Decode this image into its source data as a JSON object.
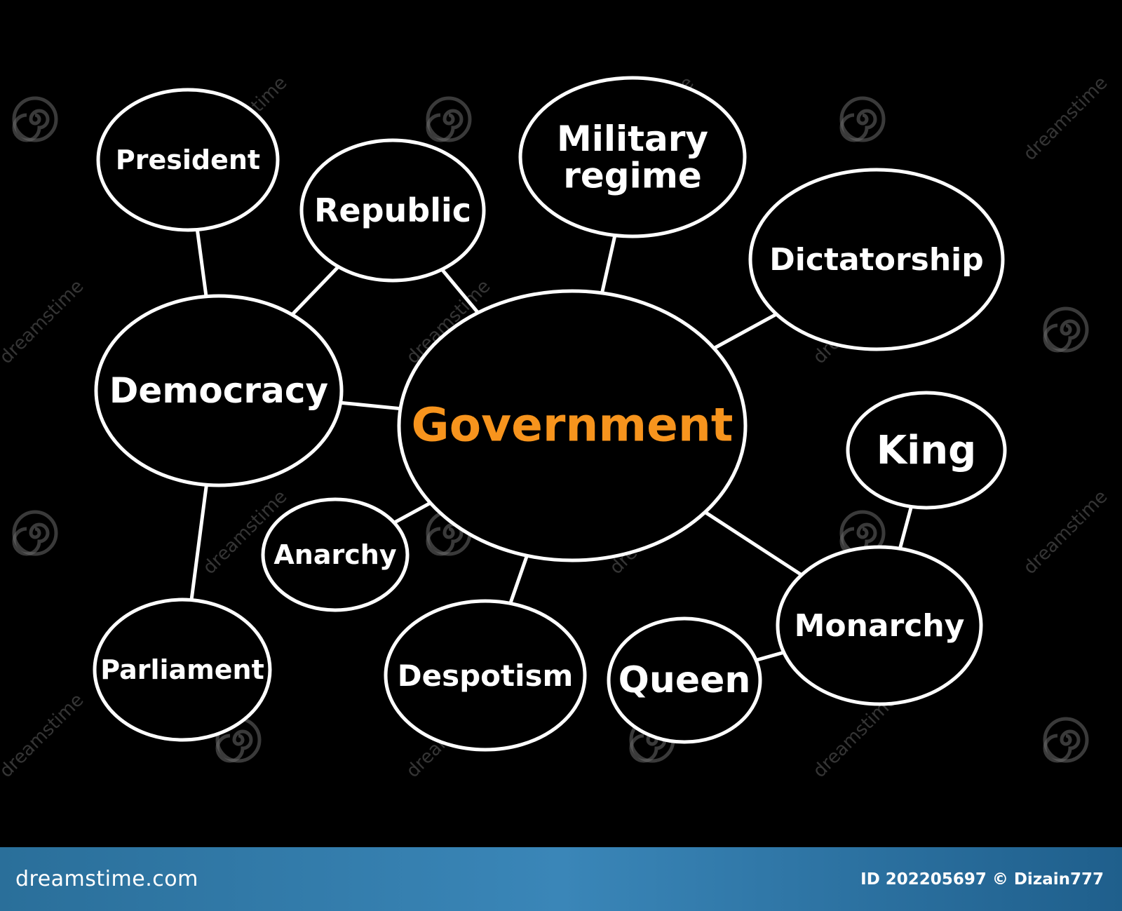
{
  "center": {
    "label": "Government",
    "color": "#f7941d"
  },
  "nodes": [
    {
      "id": "president",
      "label": "President"
    },
    {
      "id": "republic",
      "label": "Republic"
    },
    {
      "id": "military",
      "label": "Military\nregime"
    },
    {
      "id": "dictatorship",
      "label": "Dictatorship"
    },
    {
      "id": "democracy",
      "label": "Democracy"
    },
    {
      "id": "king",
      "label": "King"
    },
    {
      "id": "anarchy",
      "label": "Anarchy"
    },
    {
      "id": "monarchy",
      "label": "Monarchy"
    },
    {
      "id": "parliament",
      "label": "Parliament"
    },
    {
      "id": "despotism",
      "label": "Despotism"
    },
    {
      "id": "queen",
      "label": "Queen"
    }
  ],
  "edges": [
    [
      "president",
      "democracy"
    ],
    [
      "republic",
      "democracy"
    ],
    [
      "republic",
      "government"
    ],
    [
      "military",
      "government"
    ],
    [
      "dictatorship",
      "government"
    ],
    [
      "democracy",
      "government"
    ],
    [
      "democracy",
      "parliament"
    ],
    [
      "anarchy",
      "government"
    ],
    [
      "despotism",
      "government"
    ],
    [
      "monarchy",
      "government"
    ],
    [
      "king",
      "monarchy"
    ],
    [
      "queen",
      "monarchy"
    ]
  ],
  "watermark": {
    "text": "dreamstime",
    "icon": "spiral-icon"
  },
  "footer": {
    "brand": "dreamstime.com",
    "credit": "ID 202205697 © Dizain777",
    "background": "#2f7bad"
  }
}
